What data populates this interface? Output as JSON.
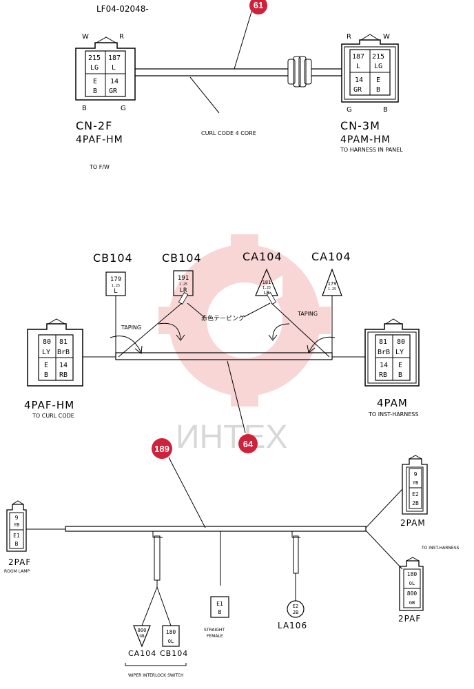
{
  "doc_code": "LF04-02048-",
  "watermark": "ИНТЕХ",
  "colors": {
    "badge": "#d0213a",
    "watermark_gear": "#f4b6b6"
  },
  "section1": {
    "badge": "61",
    "left_connector": {
      "pin_top_left": "W",
      "pin_top_right": "R",
      "pin_bottom_left": "B",
      "pin_bottom_right": "G",
      "cells": [
        [
          "215",
          "187"
        ],
        [
          "LG",
          "L"
        ],
        [
          "E",
          "14"
        ],
        [
          "B",
          "GR"
        ]
      ],
      "name": "CN-2F",
      "type": "4PAF-HM",
      "note": "TO F/W"
    },
    "cable_label": "CURL CODE 4 CORE",
    "right_connector": {
      "pin_top_left": "R",
      "pin_top_right": "W",
      "pin_bottom_left": "G",
      "pin_bottom_right": "B",
      "cells": [
        [
          "187",
          "215"
        ],
        [
          "L",
          "LG"
        ],
        [
          "14",
          "E"
        ],
        [
          "GR",
          "B"
        ]
      ],
      "name": "CN-3M",
      "type": "4PAM-HM",
      "note": "TO HARNESS IN PANEL"
    }
  },
  "section2": {
    "badge": "64",
    "labels": {
      "cb104_a": "CB104",
      "cb104_b": "CB104",
      "ca104_a": "CA104",
      "ca104_b": "CA104"
    },
    "terminals": {
      "t1": {
        "num": "179",
        "size": "1.25",
        "color": "L"
      },
      "t2": {
        "num": "191",
        "size": "1.25",
        "color": "LR"
      },
      "t3": {
        "num": "181",
        "size": "1.25",
        "color": "LR"
      },
      "t4": {
        "num": "179",
        "size": "1.25",
        "color": ""
      }
    },
    "taping_left": "TAPING",
    "taping_right": "TAPING",
    "jp_note": "赤色テーピング",
    "left_connector": {
      "cells": [
        [
          "80",
          "81"
        ],
        [
          "LY",
          "BrB"
        ],
        [
          "E",
          "14"
        ],
        [
          "B",
          "RB"
        ]
      ],
      "type": "4PAF-HM",
      "note": "TO CURL CODE"
    },
    "right_connector": {
      "cells": [
        [
          "81",
          "80"
        ],
        [
          "BrB",
          "LY"
        ],
        [
          "14",
          "E"
        ],
        [
          "RB",
          "B"
        ]
      ],
      "type": "4PAM",
      "note": "TO INST-HARNESS"
    }
  },
  "section3": {
    "badge": "189",
    "left_connector": {
      "cells": [
        "9",
        "YB",
        "E1",
        "B"
      ],
      "type": "2PAF",
      "note": "ROOM LAMP"
    },
    "top_right_connector": {
      "cells": [
        "9",
        "YB",
        "E2",
        "2B"
      ],
      "type": "2PAM"
    },
    "inst_note": "TO INST-HARNESS",
    "bottom_right_connector": {
      "cells": [
        "180",
        "OL",
        "800",
        "GB"
      ],
      "type": "2PAF"
    },
    "ca104": {
      "num": "800",
      "color": "GB",
      "label": "CA104"
    },
    "cb104": {
      "num": "180",
      "color": "OL",
      "label": "CB104"
    },
    "wiper_note": "WIPER INTERLOCK SWITCH",
    "straight": {
      "num": "E1",
      "color": "B",
      "label1": "STRAIGHT",
      "label2": "FEMALE"
    },
    "la106": {
      "num": "E2",
      "color": "2B",
      "label": "LA106"
    }
  }
}
